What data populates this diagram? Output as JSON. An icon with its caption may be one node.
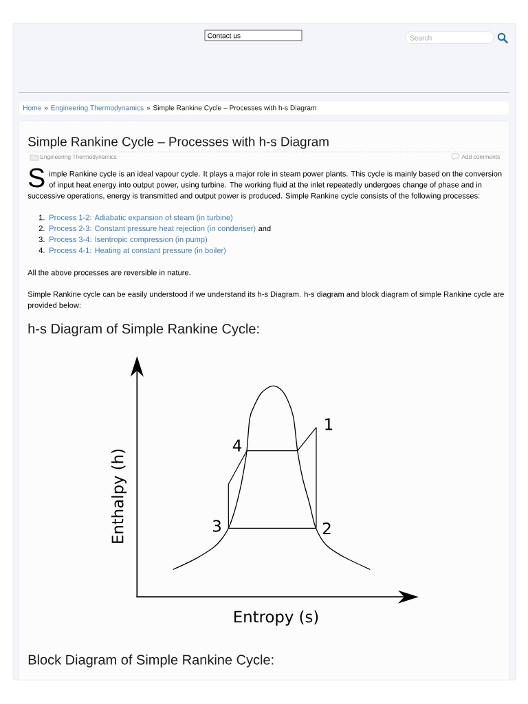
{
  "diagram": {
    "title": "Simple Rankine Cycle – Processes with h-s Diagram",
    "labels": [
      "Contact us",
      "Search",
      "Home",
      "»",
      "Engineering Thermodynamics",
      "»",
      "Simple Rankine Cycle – Processes with h-s Diagram",
      "Engineering Thermodynamics",
      "Add comments",
      "S",
      "imple Rankine cycle is an ideal vapour cycle. It plays a major role in steam power plants. This cycle is mainly based on the conversion of input heat energy into output power, using turbine. The working fluid at the inlet repeatedly undergoes change of phase and in successive operations, energy is transmitted and output power is produced. Simple Rankine cycle consists of the following processes:",
      "1.",
      "Process 1-2: Adiabatic expansion of steam (in turbine)",
      "2.",
      "Process 2-3: Constant pressure heat rejection (in condenser)",
      "and",
      "3.",
      "Process 3-4: Isentropic compression (in pump)",
      "4.",
      "Process 4-1: Heating at constant pressure (in boiler)",
      "All the above processes are reversible in nature.",
      "Simple Rankine cycle can be easily understood if we understand its h-s Diagram. h-s diagram and block diagram of simple Rankine cycle are provided below:",
      "h-s Diagram of Simple Rankine Cycle:",
      "Enthalpy (h)",
      "1",
      "4",
      "3",
      "2",
      "Entropy (s)",
      "Block Diagram of Simple Rankine Cycle:"
    ]
  }
}
